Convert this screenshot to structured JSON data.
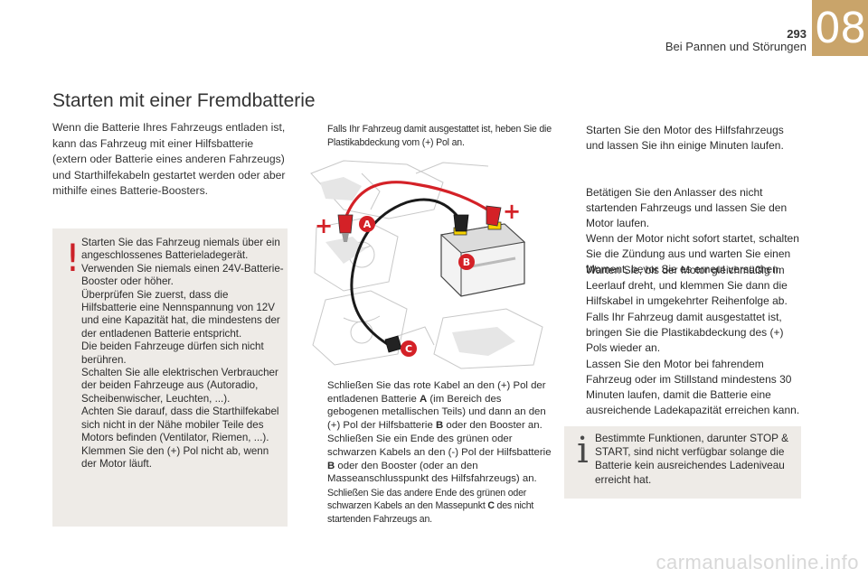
{
  "header": {
    "page_number": "293",
    "chapter_title": "Bei Pannen und Störungen",
    "chapter_number": "08"
  },
  "section_title": "Starten mit einer Fremdbatterie",
  "intro_text": "Wenn die Batterie Ihres Fahrzeugs entladen ist, kann das Fahrzeug mit einer Hilfsbatterie (extern oder Batterie eines anderen Fahrzeugs) und Starthilfekabeln gestartet werden oder aber mithilfe eines Batterie-Boosters.",
  "warning": {
    "icon": "!",
    "text": "Starten Sie das Fahrzeug niemals über ein angeschlossenes Batterieladegerät.\nVerwenden Sie niemals einen 24V-Batterie-Booster oder höher.\nÜberprüfen Sie zuerst, dass die Hilfsbatterie eine Nennspannung von 12V und eine Kapazität hat, die mindestens der der entladenen Batterie entspricht.\nDie beiden Fahrzeuge dürfen sich nicht berühren.\nSchalten Sie alle elektrischen Verbraucher der beiden Fahrzeuge aus (Autoradio, Scheibenwischer, Leuchten, ...).\nAchten Sie darauf, dass die Starthilfekabel sich nicht in der Nähe mobiler Teile des Motors befinden (Ventilator, Riemen, ...).\nKlemmen Sie den (+) Pol nicht ab, wenn der Motor läuft."
  },
  "bullet_glyph": "",
  "steps_middle_top": [
    {
      "text": "Falls Ihr Fahrzeug damit ausgestattet ist, heben Sie die Plastikabdeckung vom (+) Pol an."
    }
  ],
  "illustration": {
    "label_a": "A",
    "label_b": "B",
    "label_c": "C",
    "plus_symbol": "+",
    "colors": {
      "red_cable": "#d42127",
      "black_cable": "#1a1a1a",
      "label_a": "#d42127",
      "label_b": "#d42127",
      "label_c": "#d42127"
    }
  },
  "steps_middle_bottom": [
    {
      "pre": "Schließen Sie das rote Kabel an den (+) Pol der entladenen Batterie ",
      "b1": "A",
      "mid": " (im Bereich des gebogenen metallischen Teils) und dann an den (+) Pol der Hilfsbatterie ",
      "b2": "B",
      "post": " oder den Booster an."
    },
    {
      "pre": "Schließen Sie ein Ende des grünen oder schwarzen Kabels an den (-) Pol der Hilfsbatterie ",
      "b1": "B",
      "post": " oder den Booster (oder an den Masseanschlusspunkt des Hilfsfahrzeugs) an."
    },
    {
      "pre": "Schließen Sie das andere Ende des grünen oder schwarzen Kabels an den Massepunkt ",
      "b1": "C",
      "post": " des nicht startenden Fahrzeugs an."
    }
  ],
  "steps_right_top": [
    {
      "text": "Starten Sie den Motor des Hilfsfahrzeugs und lassen Sie ihn einige Minuten laufen."
    },
    {
      "text": "Betätigen Sie den Anlasser des nicht startenden Fahrzeugs und lassen Sie den Motor laufen.\nWenn der Motor nicht sofort startet, schalten Sie die Zündung aus und warten Sie einen Moment, bevor Sie es erneut versuchen."
    }
  ],
  "steps_right_bottom": [
    {
      "text": "Warten Sie, bis der Motor gleichmäßig im Leerlauf dreht, und klemmen Sie dann die Hilfskabel in umgekehrter Reihenfolge ab."
    },
    {
      "text": "Falls Ihr Fahrzeug damit ausgestattet ist, bringen Sie die Plastikabdeckung des (+) Pols wieder an."
    },
    {
      "text": "Lassen Sie den Motor bei fahrendem Fahrzeug oder im Stillstand mindestens 30 Minuten laufen, damit die Batterie eine ausreichende Ladekapazität erreichen kann."
    }
  ],
  "info": {
    "icon": "i",
    "text": "Bestimmte Funktionen, darunter STOP & START, sind nicht verfügbar solange die Batterie kein ausreichendes Ladeniveau erreicht hat."
  },
  "watermark": "carmanualsonline.info",
  "colors": {
    "tab": "#c9a46a",
    "box_bg": "#eeebe7",
    "warning_icon": "#cc2229"
  }
}
